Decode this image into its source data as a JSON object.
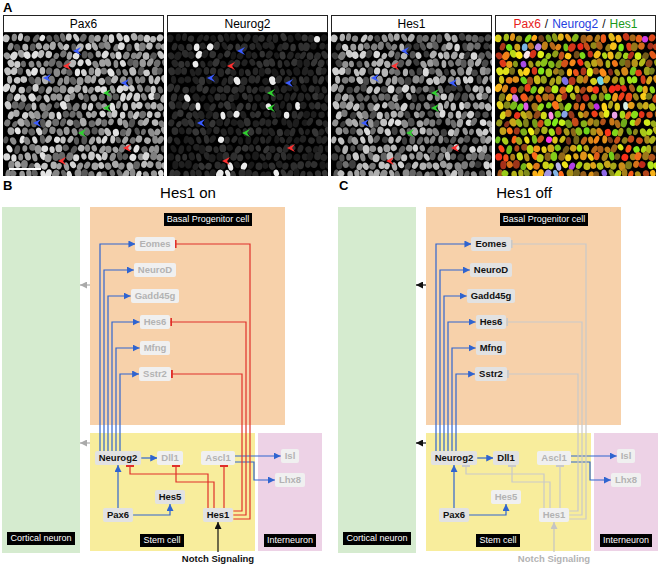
{
  "diagram": {
    "nodes": [
      {
        "text": [
          "Cortical neuron"
        ]
      },
      {
        "text": [
          "Basal Progenitor cell"
        ]
      },
      {
        "text": [
          "Eomes"
        ],
        "in": 1
      },
      {
        "text": [
          "NeuroD"
        ],
        "in": 1
      },
      {
        "text": [
          "Gadd45g"
        ],
        "in": 1
      },
      {
        "text": [
          "Hes6"
        ],
        "in": 1
      },
      {
        "text": [
          "Mfng"
        ],
        "in": 1
      },
      {
        "text": [
          "Sstr2"
        ],
        "in": 1
      },
      {
        "text": [
          "Stem cell"
        ]
      },
      {
        "text": [
          "Neurog2"
        ],
        "in": 8
      },
      {
        "text": [
          "Dll1"
        ],
        "in": 8
      },
      {
        "text": [
          "Ascl1"
        ],
        "in": 8
      },
      {
        "text": [
          "Hes5"
        ],
        "in": 8
      },
      {
        "text": [
          "Pax6"
        ],
        "in": 8
      },
      {
        "text": [
          "Hes1"
        ],
        "in": 8
      },
      {
        "text": [
          "Interneuron"
        ]
      },
      {
        "text": [
          "Isl"
        ],
        "in": 15
      },
      {
        "text": [
          "Lhx8"
        ],
        "in": 15
      },
      {
        "text": [
          "Notch Signaling"
        ]
      },
      {
        "text": [
          "Cortical neuron"
        ]
      },
      {
        "text": [
          "Basal Progenitor cell"
        ]
      },
      {
        "text": [
          "Eomes"
        ],
        "in": 20
      },
      {
        "text": [
          "NeuroD"
        ],
        "in": 20
      },
      {
        "text": [
          "Gadd45g"
        ],
        "in": 20
      },
      {
        "text": [
          "Hes6"
        ],
        "in": 20
      },
      {
        "text": [
          "Mfng"
        ],
        "in": 20
      },
      {
        "text": [
          "Sstr2"
        ],
        "in": 20
      },
      {
        "text": [
          "Stem cell"
        ]
      },
      {
        "text": [
          "Neurog2"
        ],
        "in": 27
      },
      {
        "text": [
          "Dll1"
        ],
        "in": 27
      },
      {
        "text": [
          "Ascl1"
        ],
        "in": 27
      },
      {
        "text": [
          "Hes5"
        ],
        "in": 27
      },
      {
        "text": [
          "Pax6"
        ],
        "in": 27
      },
      {
        "text": [
          "Hes1"
        ],
        "in": 27
      },
      {
        "text": [
          "Interneuron"
        ]
      },
      {
        "text": [
          "Isl"
        ],
        "in": 34
      },
      {
        "text": [
          "Lhx8"
        ],
        "in": 34
      },
      {
        "text": [
          "Notch Signaling"
        ]
      }
    ],
    "edges": [
      {
        "from": 9,
        "to": 2,
        "arrow": "to"
      },
      {
        "from": 9,
        "to": 3,
        "arrow": "to"
      },
      {
        "from": 9,
        "to": 4,
        "arrow": "to"
      },
      {
        "from": 9,
        "to": 5,
        "arrow": "to"
      },
      {
        "from": 9,
        "to": 6,
        "arrow": "to"
      },
      {
        "from": 9,
        "to": 7,
        "arrow": "to"
      },
      {
        "from": 9,
        "to": 10,
        "arrow": "to"
      },
      {
        "from": 13,
        "to": 9,
        "arrow": "to"
      },
      {
        "from": 13,
        "to": 12,
        "arrow": "to"
      },
      {
        "from": 14,
        "to": 9,
        "arrow": "to"
      },
      {
        "from": 14,
        "to": 11,
        "arrow": "to"
      },
      {
        "from": 14,
        "to": 10,
        "arrow": "to"
      },
      {
        "from": 11,
        "to": 16,
        "arrow": "to"
      },
      {
        "from": 11,
        "to": 17,
        "arrow": "to"
      },
      {
        "from": 14,
        "to": 2,
        "arrow": "to"
      },
      {
        "from": 14,
        "to": 5,
        "arrow": "to"
      },
      {
        "from": 14,
        "to": 7,
        "arrow": "to"
      },
      {
        "from": 18,
        "to": 14,
        "arrow": "to"
      },
      {
        "from": 1,
        "to": 0,
        "arrow": "to"
      },
      {
        "from": 8,
        "to": 0,
        "arrow": "to"
      },
      {
        "from": 28,
        "to": 21,
        "arrow": "to"
      },
      {
        "from": 28,
        "to": 22,
        "arrow": "to"
      },
      {
        "from": 28,
        "to": 23,
        "arrow": "to"
      },
      {
        "from": 28,
        "to": 24,
        "arrow": "to"
      },
      {
        "from": 28,
        "to": 25,
        "arrow": "to"
      },
      {
        "from": 28,
        "to": 26,
        "arrow": "to"
      },
      {
        "from": 28,
        "to": 29,
        "arrow": "to"
      },
      {
        "from": 32,
        "to": 28,
        "arrow": "to"
      },
      {
        "from": 32,
        "to": 31,
        "arrow": "to"
      },
      {
        "from": 33,
        "to": 28,
        "arrow": "to"
      },
      {
        "from": 33,
        "to": 30,
        "arrow": "to"
      },
      {
        "from": 33,
        "to": 29,
        "arrow": "to"
      },
      {
        "from": 30,
        "to": 35,
        "arrow": "to"
      },
      {
        "from": 30,
        "to": 36,
        "arrow": "to"
      },
      {
        "from": 33,
        "to": 21,
        "arrow": "to"
      },
      {
        "from": 33,
        "to": 24,
        "arrow": "to"
      },
      {
        "from": 33,
        "to": 26,
        "arrow": "to"
      },
      {
        "from": 37,
        "to": 33,
        "arrow": "to"
      },
      {
        "from": 20,
        "to": 19,
        "arrow": "to"
      },
      {
        "from": 27,
        "to": 19,
        "arrow": "to"
      }
    ],
    "labels": [
      "A",
      "Pax6",
      "Neurog2",
      "Hes1",
      "Pax6",
      "/",
      "Neurog2",
      "/",
      "Hes1",
      "B",
      "Hes1 on",
      "C",
      "Hes1 off"
    ]
  }
}
